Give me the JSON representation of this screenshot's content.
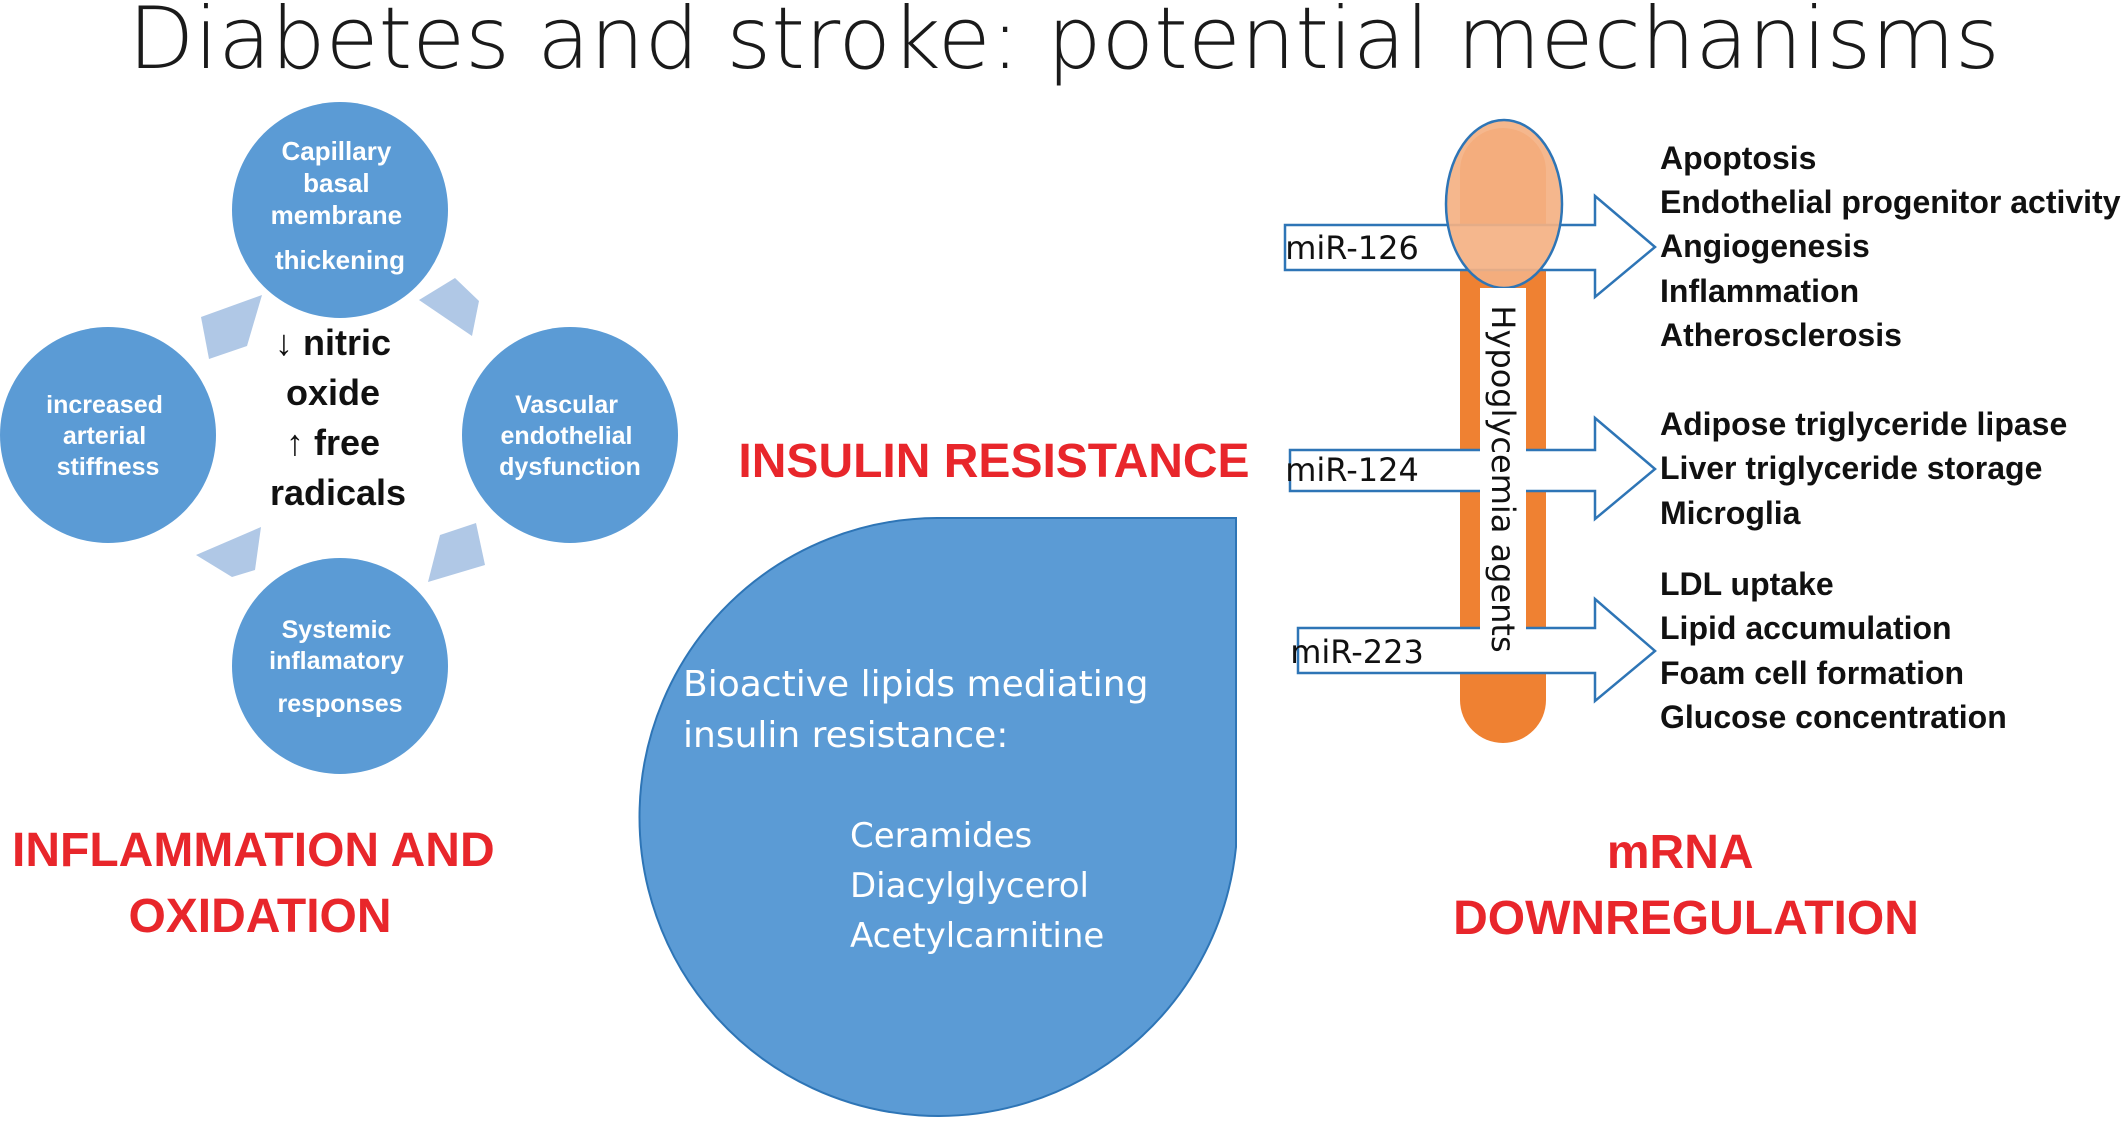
{
  "title": "Diabetes and stroke: potential mechanisms",
  "colors": {
    "circle": "#5b9bd5",
    "arrow": "#b0c8e6",
    "red": "#e8262b",
    "orange": "#ef8132",
    "peach": "#f4b183",
    "outline": "#2e75b6"
  },
  "cycle": {
    "top": [
      "Capillary",
      "basal",
      "membrane",
      "thickening"
    ],
    "right": [
      "Vascular",
      "endothelial",
      "dysfunction"
    ],
    "bottom": [
      "Systemic",
      "inflamatory",
      "responses"
    ],
    "left": [
      "increased",
      "arterial",
      "stiffness"
    ],
    "center": [
      "↓ nitric",
      "oxide",
      "↑ free",
      "radicals"
    ]
  },
  "inflammation_heading": [
    "INFLAMMATION AND",
    "OXIDATION"
  ],
  "insulin_heading": "INSULIN RESISTANCE",
  "lipids": {
    "intro": [
      "Bioactive lipids mediating",
      "insulin resistance:"
    ],
    "items": [
      "Ceramides",
      "Diacylglycerol",
      "Acetylcarnitine"
    ]
  },
  "hypoglycemia_label": "Hypoglycemia agents",
  "mirnas": [
    {
      "label": "miR-126",
      "effects": [
        "Apoptosis",
        "Endothelial progenitor activity",
        "Angiogenesis",
        "Inflammation",
        "Atherosclerosis"
      ]
    },
    {
      "label": "miR-124",
      "effects": [
        "Adipose triglyceride lipase",
        "Liver triglyceride storage",
        "Microglia"
      ]
    },
    {
      "label": "miR-223",
      "effects": [
        "LDL uptake",
        "Lipid accumulation",
        "Foam cell formation",
        "Glucose concentration"
      ]
    }
  ],
  "mrna_heading": [
    "mRNA",
    "DOWNREGULATION"
  ]
}
